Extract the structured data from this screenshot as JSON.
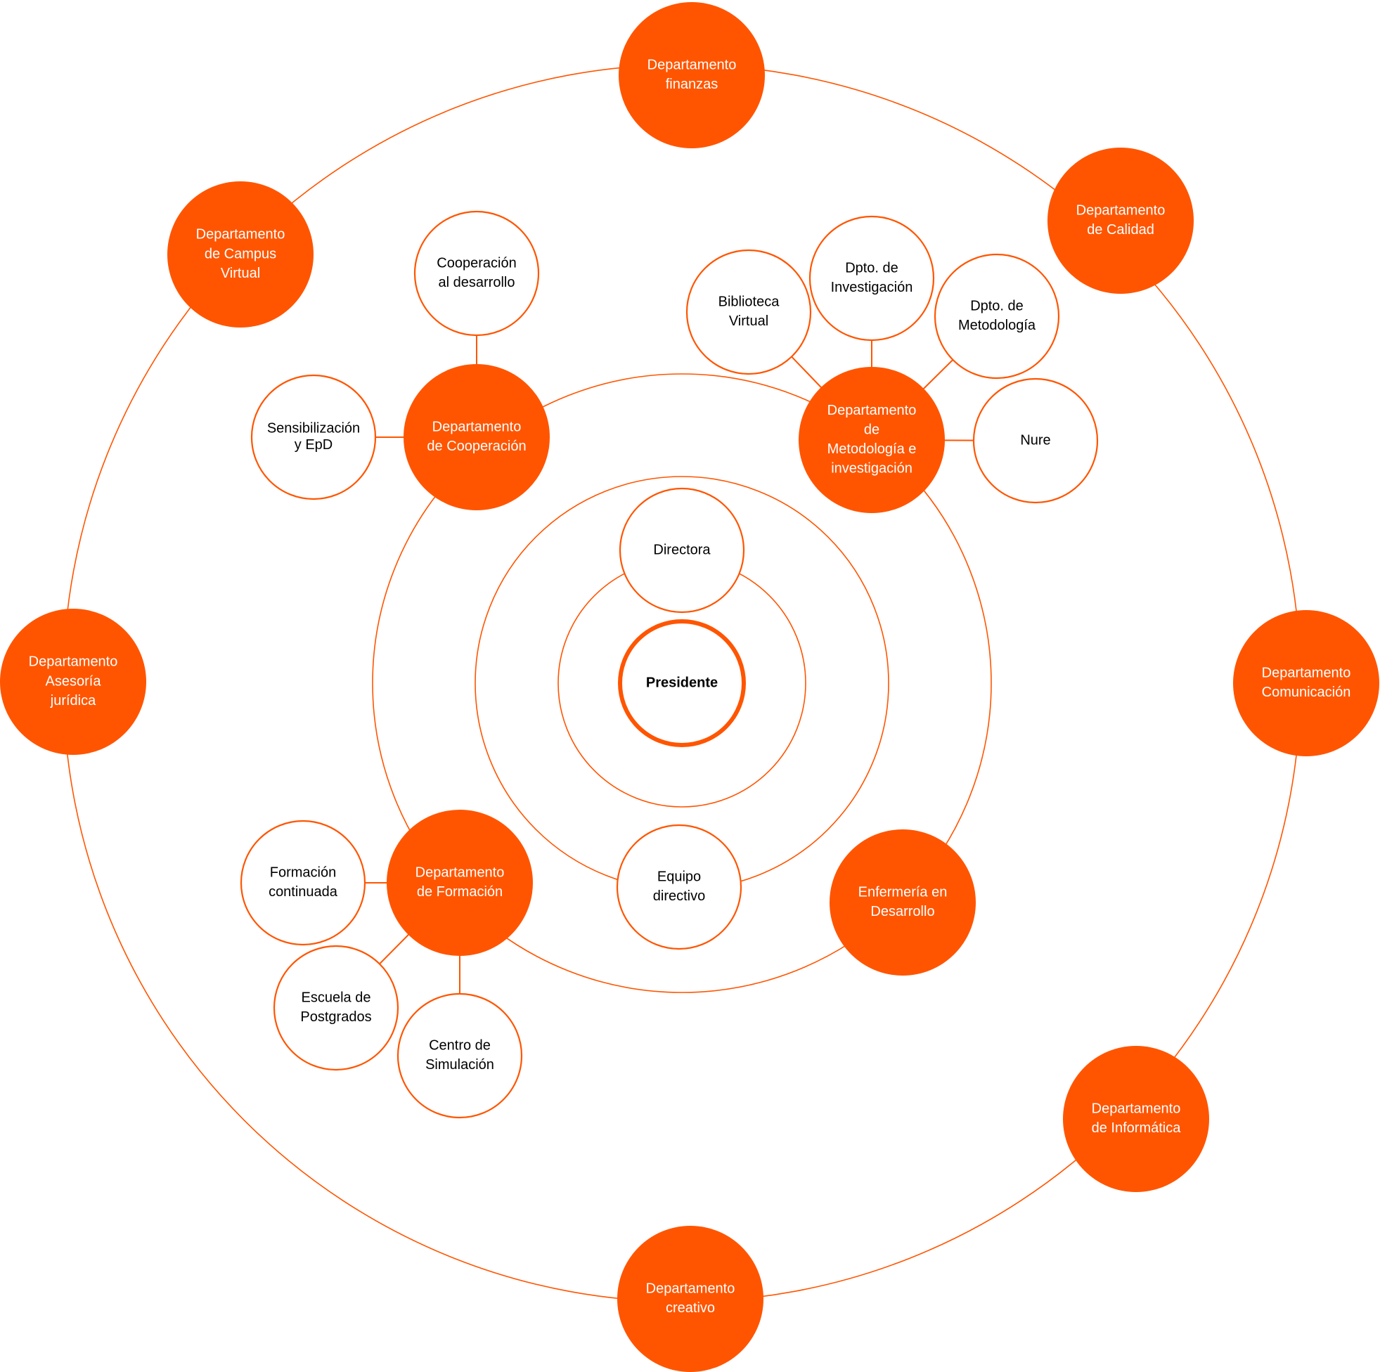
{
  "colors": {
    "accent": "#ff5500",
    "filled_text": "#ffffff",
    "outline_text": "#000000",
    "outline_fill": "#ffffff"
  },
  "center": {
    "id": "presidente",
    "lines": [
      "Presidente"
    ]
  },
  "inner_ring": [
    {
      "id": "directora",
      "lines": [
        "Directora"
      ]
    },
    {
      "id": "equipo-directivo",
      "lines": [
        "Equipo",
        "directivo"
      ]
    }
  ],
  "middle_ring": [
    {
      "id": "dep-cooperacion",
      "lines": [
        "Departamento",
        "de Cooperación"
      ]
    },
    {
      "id": "dep-metodologia-investigacion",
      "lines": [
        "Departamento",
        "de",
        "Metodología e",
        "investigación"
      ]
    },
    {
      "id": "enfermeria-desarrollo",
      "lines": [
        "Enfermería en",
        "Desarrollo"
      ]
    },
    {
      "id": "dep-formacion",
      "lines": [
        "Departamento",
        "de Formación"
      ]
    }
  ],
  "sub_units": [
    {
      "id": "cooperacion-desarrollo",
      "parent": "dep-cooperacion",
      "lines": [
        "Cooperación",
        "al desarrollo"
      ]
    },
    {
      "id": "sensibilizacion-epd",
      "parent": "dep-cooperacion",
      "lines": [
        "Sensibilización",
        "y EpD"
      ]
    },
    {
      "id": "biblioteca-virtual",
      "parent": "dep-metodologia-investigacion",
      "lines": [
        "Biblioteca",
        "Virtual"
      ]
    },
    {
      "id": "dpto-investigacion",
      "parent": "dep-metodologia-investigacion",
      "lines": [
        "Dpto. de",
        "Investigación"
      ]
    },
    {
      "id": "dpto-metodologia",
      "parent": "dep-metodologia-investigacion",
      "lines": [
        "Dpto. de",
        "Metodología"
      ]
    },
    {
      "id": "nure",
      "parent": "dep-metodologia-investigacion",
      "lines": [
        "Nure"
      ]
    },
    {
      "id": "formacion-continuada",
      "parent": "dep-formacion",
      "lines": [
        "Formación",
        "continuada"
      ]
    },
    {
      "id": "escuela-postgrados",
      "parent": "dep-formacion",
      "lines": [
        "Escuela de",
        "Postgrados"
      ]
    },
    {
      "id": "centro-simulacion",
      "parent": "dep-formacion",
      "lines": [
        "Centro de",
        "Simulación"
      ]
    }
  ],
  "outer_ring": [
    {
      "id": "dep-finanzas",
      "lines": [
        "Departamento",
        "finanzas"
      ]
    },
    {
      "id": "dep-calidad",
      "lines": [
        "Departamento",
        "de Calidad"
      ]
    },
    {
      "id": "dep-comunicacion",
      "lines": [
        "Departamento",
        "Comunicación"
      ]
    },
    {
      "id": "dep-informatica",
      "lines": [
        "Departamento",
        "de Informática"
      ]
    },
    {
      "id": "dep-creativo",
      "lines": [
        "Departamento",
        "creativo"
      ]
    },
    {
      "id": "dep-asesoria-juridica",
      "lines": [
        "Departamento",
        "Asesoría",
        "jurídica"
      ]
    },
    {
      "id": "dep-campus-virtual",
      "lines": [
        "Departamento",
        "de Campus",
        "Virtual"
      ]
    }
  ]
}
